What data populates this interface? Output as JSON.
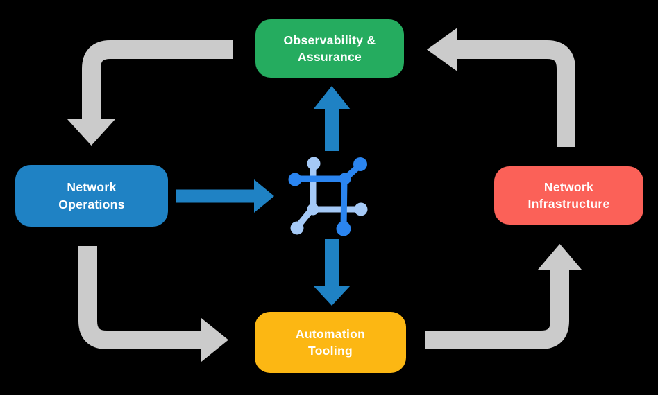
{
  "diagram": {
    "background_color": "#000000",
    "nodes": {
      "observability": {
        "line1": "Observability &",
        "line2": "Assurance",
        "color": "#25AC5F"
      },
      "network_operations": {
        "line1": "Network",
        "line2": "Operations",
        "color": "#1F82C4"
      },
      "network_infrastructure": {
        "line1": "Network",
        "line2": "Infrastructure",
        "color": "#FB6158"
      },
      "automation_tooling": {
        "line1": "Automation",
        "line2": "Tooling",
        "color": "#FCB713"
      }
    },
    "icon": {
      "name": "network-mesh-icon",
      "dark_color": "#2B85F0",
      "light_color": "#A5C9F6"
    },
    "arrows": {
      "gray_color": "#CBCBCB",
      "blue_color": "#1F82C4"
    },
    "flows": [
      {
        "from": "observability",
        "to": "network_operations",
        "style": "gray"
      },
      {
        "from": "network_operations",
        "to": "network_mesh_core",
        "style": "blue"
      },
      {
        "from": "network_mesh_core",
        "to": "observability",
        "style": "blue"
      },
      {
        "from": "network_mesh_core",
        "to": "automation_tooling",
        "style": "blue"
      },
      {
        "from": "network_operations",
        "to": "automation_tooling",
        "style": "gray"
      },
      {
        "from": "automation_tooling",
        "to": "network_infrastructure",
        "style": "gray"
      },
      {
        "from": "network_infrastructure",
        "to": "observability",
        "style": "gray"
      }
    ]
  }
}
